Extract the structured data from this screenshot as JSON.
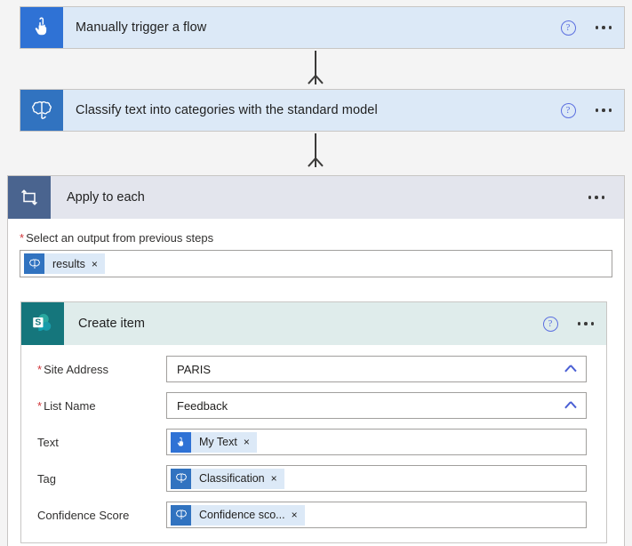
{
  "flow": {
    "trigger": {
      "title": "Manually trigger a flow",
      "icon": "manual-trigger-icon",
      "icon_bg": "#2f72d5",
      "card_bg": "#dce9f7",
      "help_label": "?"
    },
    "action_classify": {
      "title": "Classify text into categories with the standard model",
      "icon": "ai-builder-brain-icon",
      "icon_bg": "#3173c0",
      "card_bg": "#dce9f7",
      "help_label": "?"
    },
    "apply_to_each": {
      "title": "Apply to each",
      "icon": "loop-icon",
      "icon_bg": "#4a648f",
      "header_bg": "#e3e5ed",
      "output_field": {
        "label": "Select an output from previous steps",
        "required": true,
        "required_marker": "*",
        "token": {
          "text": "results",
          "icon": "ai-builder-brain-icon",
          "remove_label": "×"
        }
      }
    },
    "create_item": {
      "title": "Create item",
      "icon": "sharepoint-icon",
      "icon_bg": "#15767c",
      "header_bg": "#dfeceb",
      "help_label": "?",
      "fields": [
        {
          "label": "Site Address",
          "required": true,
          "required_marker": "*",
          "type": "dropdown",
          "value": "PARIS",
          "chevron": "chevron-down-icon"
        },
        {
          "label": "List Name",
          "required": true,
          "required_marker": "*",
          "type": "dropdown",
          "value": "Feedback",
          "chevron": "chevron-down-icon"
        },
        {
          "label": "Text",
          "required": false,
          "required_marker": "",
          "type": "token",
          "token": {
            "text": "My Text",
            "icon": "manual-trigger-icon",
            "icon_bg": "#2f72d5",
            "remove_label": "×"
          }
        },
        {
          "label": "Tag",
          "required": false,
          "required_marker": "",
          "type": "token",
          "token": {
            "text": "Classification",
            "icon": "ai-builder-brain-icon",
            "icon_bg": "#3173c0",
            "remove_label": "×"
          }
        },
        {
          "label": "Confidence Score",
          "required": false,
          "required_marker": "",
          "type": "token",
          "token": {
            "text": "Confidence sco...",
            "icon": "ai-builder-brain-icon",
            "icon_bg": "#3173c0",
            "remove_label": "×"
          }
        }
      ]
    },
    "connectors": [
      {
        "name": "connector-trigger-to-classify"
      },
      {
        "name": "connector-classify-to-loop"
      }
    ],
    "colors": {
      "page_bg": "#f4f4f4",
      "card_bg": "#dce9f7",
      "accent_blue": "#2f72d5",
      "teal": "#15767c",
      "slate": "#4a648f",
      "required_red": "#d13438",
      "chevron_blue": "#4a5fd4",
      "help_blue": "#5b6fe0"
    }
  }
}
